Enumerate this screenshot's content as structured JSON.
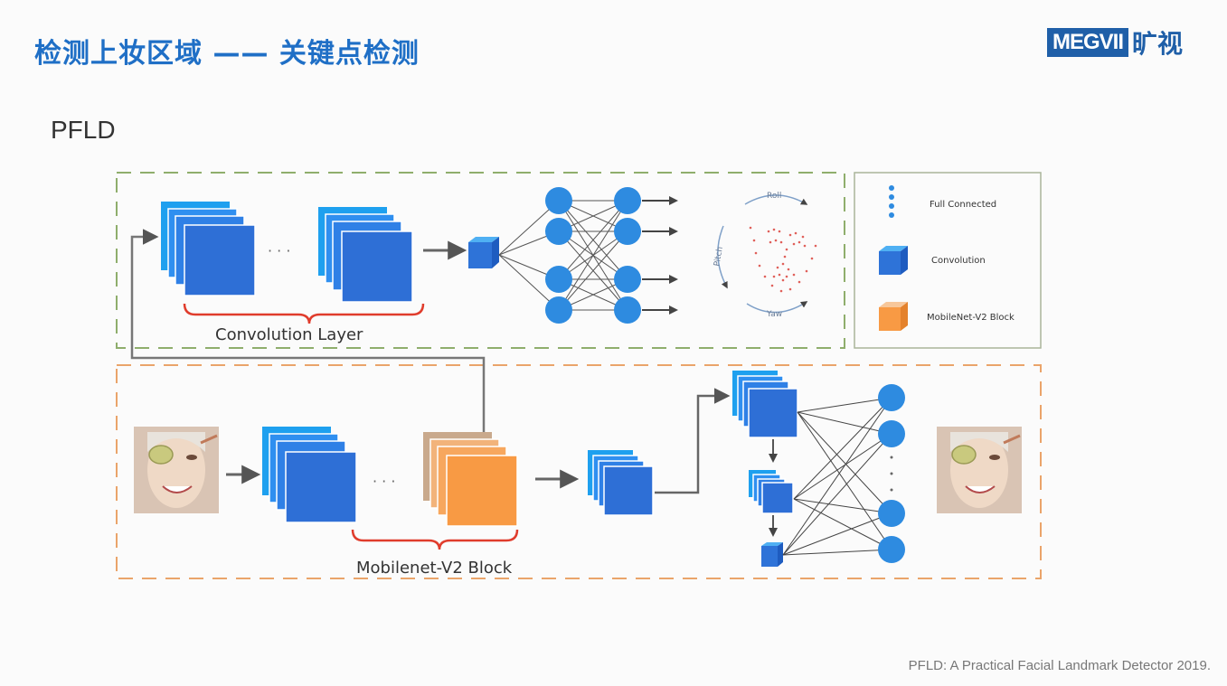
{
  "header": {
    "title": "检测上妆区域 —— 关键点检测",
    "logo_text": "MEGVII",
    "logo_cn": "旷视"
  },
  "subtitle": "PFLD",
  "diagram": {
    "top_label": "Convolution Layer",
    "bottom_label": "Mobilenet-V2 Block",
    "legend": {
      "full_connected": "Full Connected",
      "convolution": "Convolution",
      "mobilenet_block": "MobileNet-V2 Block"
    },
    "pose_labels": {
      "roll": "Roll",
      "pitch": "Pitch",
      "yaw": "Yaw"
    },
    "dots": "· · ·"
  },
  "caption": "PFLD: A Practical Facial Landmark Detector 2019.",
  "colors": {
    "title_blue": "#1f6fc6",
    "block_blue": "#2e6fd6",
    "block_light": "#1ea0ef",
    "orange": "#f89a44",
    "orange_light": "#c9a98c",
    "green_dash": "#8fae6c",
    "orange_dash": "#eaa46a",
    "node_blue": "#2e8be0",
    "brace_red": "#e03c2c"
  }
}
